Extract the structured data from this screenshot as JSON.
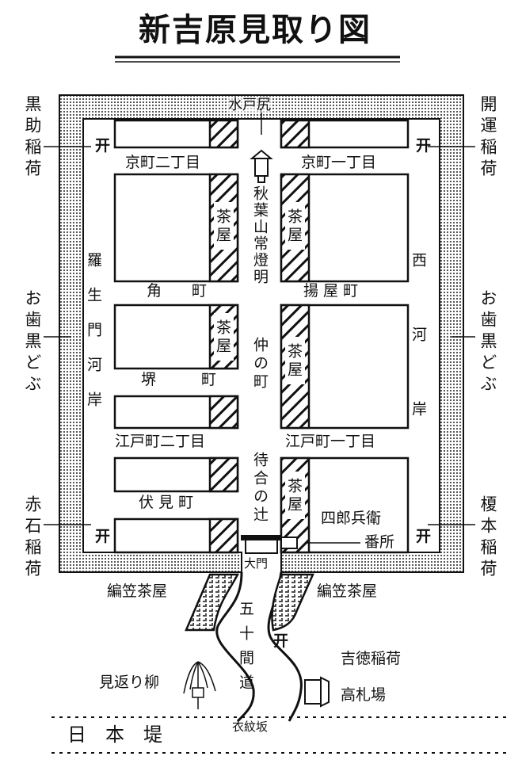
{
  "title": "新吉原見取り図",
  "labels": {
    "top_gate": "水戸尻",
    "kyomachi2": "京町二丁目",
    "kyomachi1": "京町一丁目",
    "akiba": "秋葉山常燈明",
    "sumicho": "角　　町",
    "ageyacho": "揚 屋 町",
    "sakaicho": "堺　　　町",
    "naka": "仲の町",
    "edo2": "江戸町二丁目",
    "edo1": "江戸町一丁目",
    "machiai": "待合の辻",
    "fushimi": "伏 見 町",
    "rashomon": "羅生門河岸",
    "nishi": "西河岸",
    "chaya": "茶屋",
    "shirobei1": "四郎兵衛",
    "shirobei2": "番所",
    "omon": "大門",
    "amigasa_left": "編笠茶屋",
    "amigasa_right": "編笠茶屋",
    "gojukken": "五十間道",
    "mikaeri": "見返り柳",
    "yoshitoku": "吉徳稲荷",
    "kousatsu": "高札場",
    "nihonzutsumi": "日　本　堤",
    "emonzaka": "衣紋坂",
    "kurosuke": "黒助稲荷",
    "kaiun": "開運稲荷",
    "ohaguro_left": "お歯黒どぶ",
    "ohaguro_right": "お歯黒どぶ",
    "akaishi": "赤石稲荷",
    "enomoto": "榎本稲荷"
  },
  "icons": {
    "shrine": "开"
  }
}
